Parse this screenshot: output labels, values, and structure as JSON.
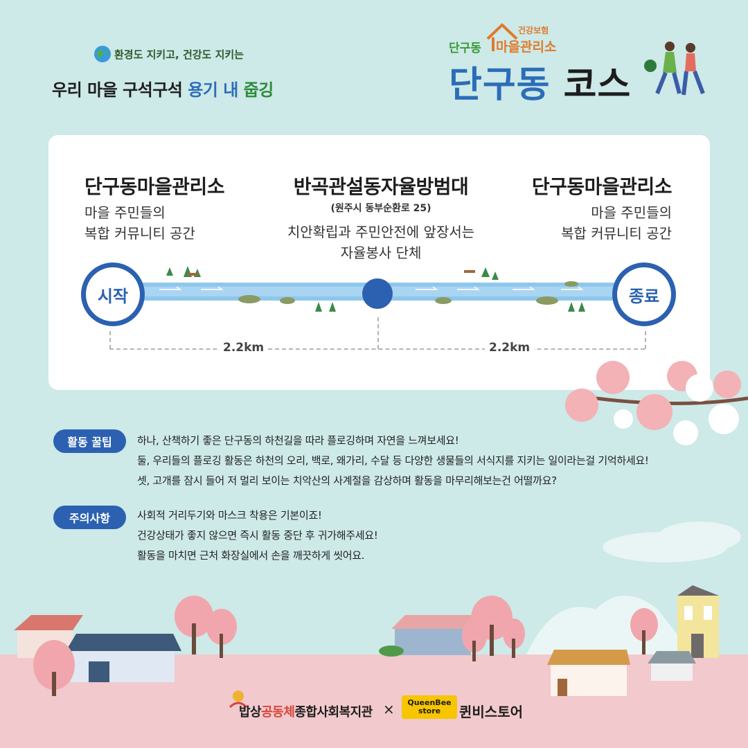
{
  "header": {
    "slogan_small": "환경도 지키고, 건강도 지키는",
    "slogan_main_1": "우리 마을 구석구석 ",
    "slogan_main_2": "용기 내 ",
    "slogan_main_3": "줍깅",
    "brand_dong": "단구동",
    "brand_insurance": "건강보험",
    "brand_office": "마을관리소",
    "course_title_1": "단구동 ",
    "course_title_2": "코스"
  },
  "course": {
    "start": {
      "title": "단구동마을관리소",
      "desc_1": "마을 주민들의",
      "desc_2": "복합 커뮤니티 공간",
      "marker": "시작"
    },
    "middle": {
      "title": "반곡관설동자율방범대",
      "address": "(원주시 동부순환로 25)",
      "desc_1": "치안확립과 주민안전에 앞장서는",
      "desc_2": "자율봉사 단체"
    },
    "end": {
      "title": "단구동마을관리소",
      "desc_1": "마을 주민들의",
      "desc_2": "복합 커뮤니티 공간",
      "marker": "종료"
    },
    "distance_1": "2.2km",
    "distance_2": "2.2km"
  },
  "tips": {
    "label": "활동 꿀팁",
    "lines": [
      "하나, 산책하기 좋은 단구동의 하천길을 따라 플로깅하며 자연을 느껴보세요!",
      "둘, 우리들의 플로깅 활동은 하천의 오리, 백로, 왜가리, 수달 등 다양한 생물들의 서식지를 지키는 일이라는걸 기억하세요!",
      "셋, 고개를 잠시 들어 저 멀리 보이는 치악산의 사계절을 감상하며 활동을 마무리해보는건 어떨까요?"
    ]
  },
  "cautions": {
    "label": "주의사항",
    "lines": [
      "사회적 거리두기와 마스크 착용은 기본이죠!",
      "건강상태가 좋지 않으면 즉시 활동 중단 후 귀가해주세요!",
      "활동을 마치면 근처 화장실에서 손을 깨끗하게 씻어요."
    ]
  },
  "footer": {
    "org_1": "밥상",
    "org_2": "공동체",
    "org_3": "종합사회복지관",
    "times": "×",
    "qb_logo_1": "QueenBee",
    "qb_logo_2": "store",
    "qb_name": "퀸비스토어"
  },
  "colors": {
    "background": "#cde9e8",
    "accent_blue": "#2b61b0",
    "ground_pink": "#f2c9cc",
    "river": "#8ec7ec"
  }
}
